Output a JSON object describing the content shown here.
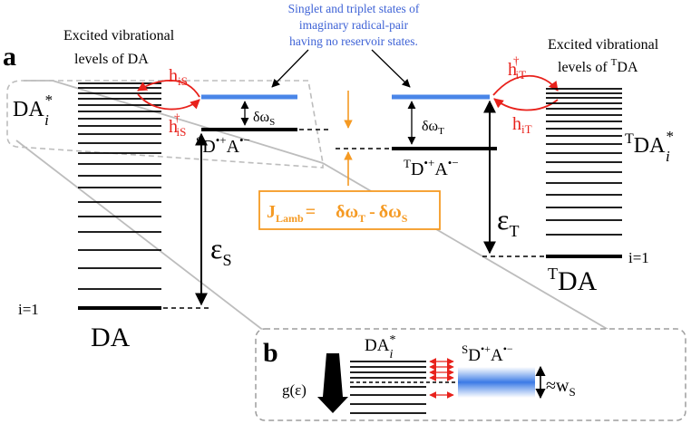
{
  "panel_a": {
    "label": "a",
    "singlet_note": [
      "Singlet and triplet states of",
      "imaginary radical-pair",
      "having no reservoir states."
    ],
    "da_title": [
      "Excited vibrational",
      "levels of DA"
    ],
    "tda_title": [
      "Excited vibrational",
      "levels of"
    ],
    "da_excited_label": "DA",
    "da_excited_sub": "i",
    "tda_excited_sup": "T",
    "tda_excited_label": "DA",
    "tda_excited_sub": "i",
    "h_iS": {
      "base": "h",
      "sub": "iS"
    },
    "h_iS_dag": {
      "base": "h",
      "sup": "†",
      "sub": "iS"
    },
    "h_iT": {
      "base": "h",
      "sub": "iT"
    },
    "h_iT_dag": {
      "base": "h",
      "sup": "†",
      "sub": "iT"
    },
    "delta_omega_S": {
      "base": "δω",
      "sub": "S"
    },
    "delta_omega_T": {
      "base": "δω",
      "sub": "T"
    },
    "sd_label": {
      "sup": "S",
      "d": "D",
      "plus": "+",
      "a": "A",
      "minus": "−"
    },
    "td_label": {
      "sup": "T",
      "d": "D",
      "plus": "+",
      "a": "A",
      "minus": "−"
    },
    "epsilon_S": {
      "base": "ε",
      "sub": "S"
    },
    "epsilon_T": {
      "base": "ε",
      "sub": "T"
    },
    "j_lamb": {
      "base": "J",
      "sub": "Lamb",
      "eq": "=",
      "t1": "δω",
      "t1sub": "T",
      "minus": "-",
      "t2": "δω",
      "t2sub": "S"
    },
    "i1_left": "i=1",
    "i1_right": "i=1",
    "da_ground": "DA",
    "tda_ground_sup": "T",
    "tda_ground": "DA"
  },
  "panel_b": {
    "label": "b",
    "g_eps": "g(ε)",
    "da_label": "DA",
    "da_sub": "i",
    "sd_label": {
      "sup": "S",
      "d": "D",
      "plus": "+",
      "a": "A",
      "minus": "−"
    },
    "width": {
      "approx": "≈",
      "base": "w",
      "sub": "S"
    }
  },
  "colors": {
    "red": "#e8211b",
    "blue": "#4a86e8",
    "orange": "#f59a23",
    "black": "#000000",
    "gray": "#bdbdbd",
    "note_blue": "#3f63d6"
  }
}
